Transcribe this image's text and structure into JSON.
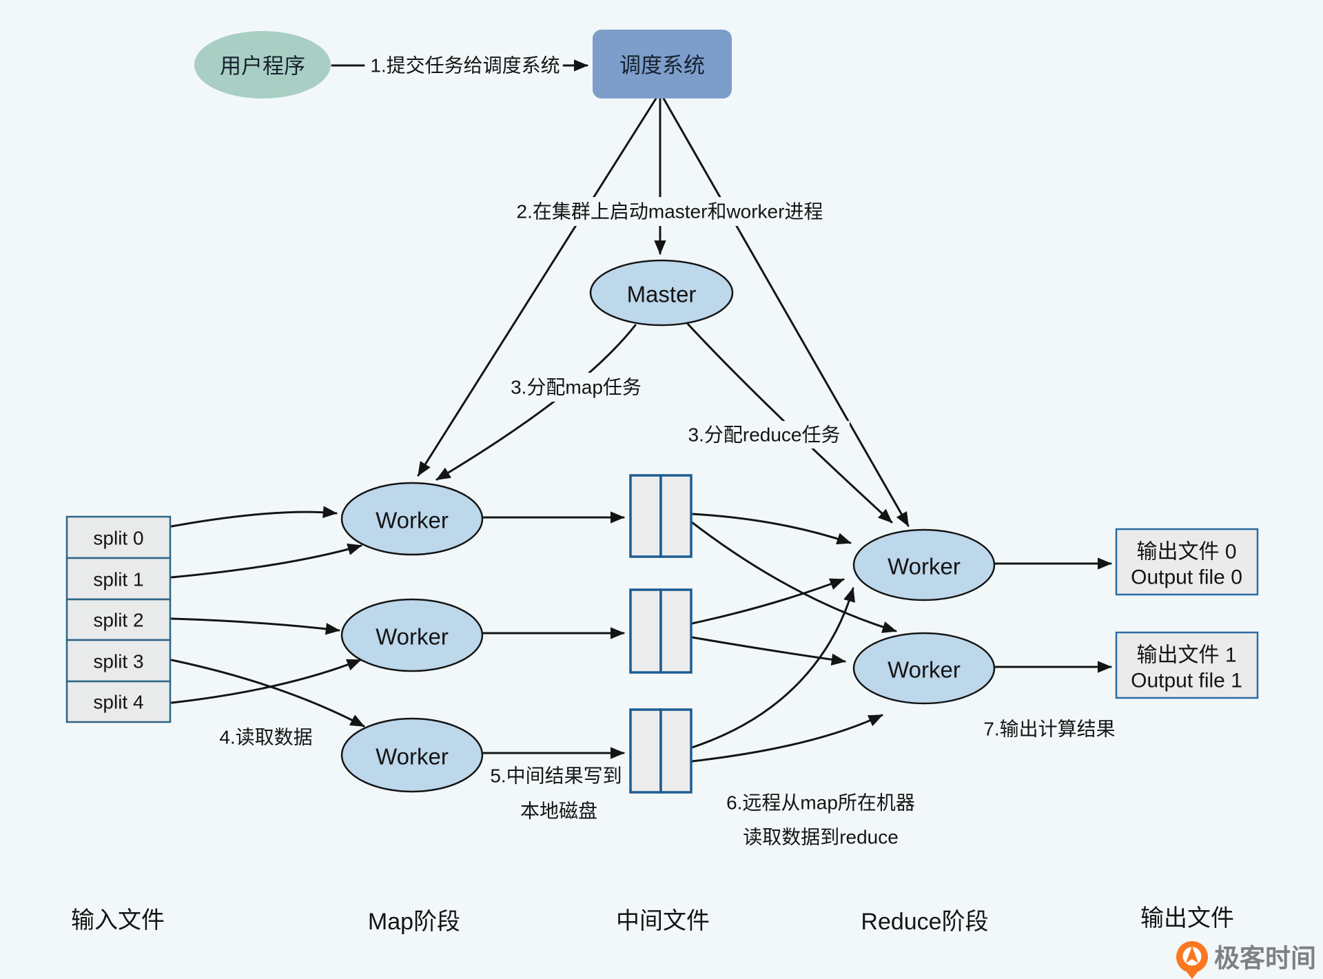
{
  "diagram": {
    "nodes": {
      "user_program": "用户程序",
      "scheduler": "调度系统",
      "master": "Master",
      "map_workers": [
        "Worker",
        "Worker",
        "Worker"
      ],
      "reduce_workers": [
        "Worker",
        "Worker"
      ],
      "splits": [
        "split 0",
        "split 1",
        "split 2",
        "split 3",
        "split 4"
      ],
      "output_files": [
        {
          "line1": "输出文件 0",
          "line2": "Output file 0"
        },
        {
          "line1": "输出文件 1",
          "line2": "Output file 1"
        }
      ]
    },
    "steps": {
      "step1": "1.提交任务给调度系统",
      "step2": "2.在集群上启动master和worker进程",
      "step3_map": "3.分配map任务",
      "step3_reduce": "3.分配reduce任务",
      "step4": "4.读取数据",
      "step5_line1": "5.中间结果写到",
      "step5_line2": "本地磁盘",
      "step6_line1": "6.远程从map所在机器",
      "step6_line2": "读取数据到reduce",
      "step7": "7.输出计算结果"
    },
    "phases": [
      "输入文件",
      "Map阶段",
      "中间文件",
      "Reduce阶段",
      "输出文件"
    ],
    "logo_text": "极客时间",
    "colors": {
      "background": "#f2f8f9",
      "user_ellipse": "#a9cec3",
      "scheduler_box": "#7d9dca",
      "worker_ellipse": "#bdd7eb",
      "file_fill": "#ebebeb",
      "split_border": "#2d6486",
      "intermediate_border": "#1d5c92",
      "output_border": "#2b6ba3",
      "line": "#141414",
      "logo_orange": "#f97721",
      "logo_gray": "#7d8084"
    }
  }
}
